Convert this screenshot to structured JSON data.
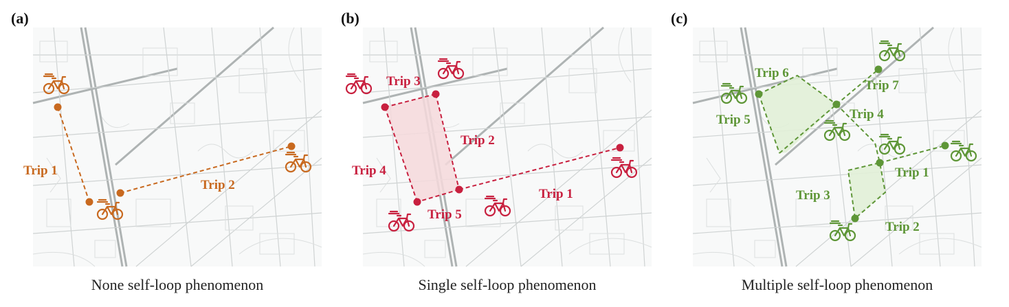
{
  "panels": [
    {
      "letter": "(a)",
      "caption": "None self-loop phenomenon",
      "color": "#c8691f",
      "trips": [
        "Trip 1",
        "Trip 2"
      ]
    },
    {
      "letter": "(b)",
      "caption": "Single self-loop phenomenon",
      "color": "#c8203f",
      "fill": "#f6d9dc",
      "trips": [
        "Trip 1",
        "Trip 2",
        "Trip 3",
        "Trip 4",
        "Trip 5"
      ]
    },
    {
      "letter": "(c)",
      "caption": "Multiple self-loop phenomenon",
      "color": "#5e9637",
      "fill": "#e1efd7",
      "trips": [
        "Trip 1",
        "Trip 2",
        "Trip 3",
        "Trip 4",
        "Trip 5",
        "Trip 6",
        "Trip 7"
      ]
    }
  ],
  "icons": {
    "marker": "bike-icon",
    "stop": "trip-point-dot"
  }
}
